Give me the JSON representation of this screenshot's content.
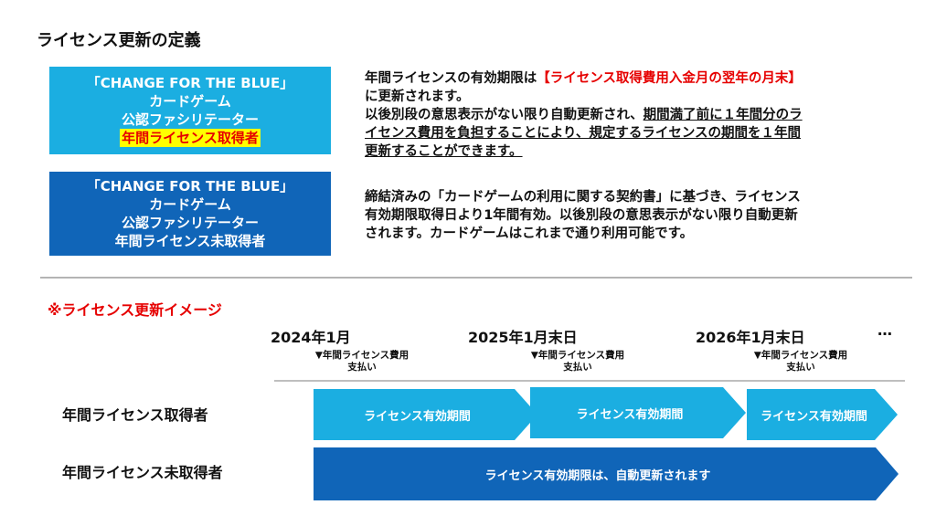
{
  "title": "ライセンス更新の定義",
  "box1": {
    "line1": "「CHANGE FOR THE BLUE」",
    "line2": "カードゲーム",
    "line3": "公認ファシリテーター",
    "line4": "年間ライセンス取得者"
  },
  "box2": {
    "line1": "「CHANGE FOR THE BLUE」",
    "line2": "カードゲーム",
    "line3": "公認ファシリテーター",
    "line4": "年間ライセンス未取得者"
  },
  "desc1": {
    "l1a": "年間ライセンスの有効期限は",
    "l1b": "【ライセンス取得費用入金月の翌年の月末】",
    "l2": "に更新されます。",
    "l3a": "以後別段の意思表示がない限り自動更新され、",
    "l3b": "期間満了前に１年間分のラ",
    "l4": "イセンス費用を負担することにより、規定するライセンスの期間を１年間",
    "l5": "更新することができます。"
  },
  "desc2": {
    "l1": "締結済みの「カードゲームの利用に関する契約書」に基づき、ライセンス",
    "l2": "有効期限取得日より1年間有効。以後別段の意思表示がない限り自動更新",
    "l3": "されます。カードゲームはこれまで通り利用可能です。"
  },
  "note": "※ライセンス更新イメージ",
  "timeline": {
    "years": [
      "2024年1月",
      "2025年1月末日",
      "2026年1月末日"
    ],
    "ellipsis": "…",
    "pay_line1": "▼年間ライセンス費用",
    "pay_line2": "支払い"
  },
  "rows": {
    "holder": "年間ライセンス取得者",
    "non_holder": "年間ライセンス未取得者"
  },
  "segments": {
    "validity": "ライセンス有効期間",
    "auto_renew": "ライセンス有効期限は、自動更新されます"
  },
  "colors": {
    "light_blue": "#1baee1",
    "dark_blue": "#1065b8",
    "red": "#e60000",
    "highlight": "#ffff00"
  }
}
